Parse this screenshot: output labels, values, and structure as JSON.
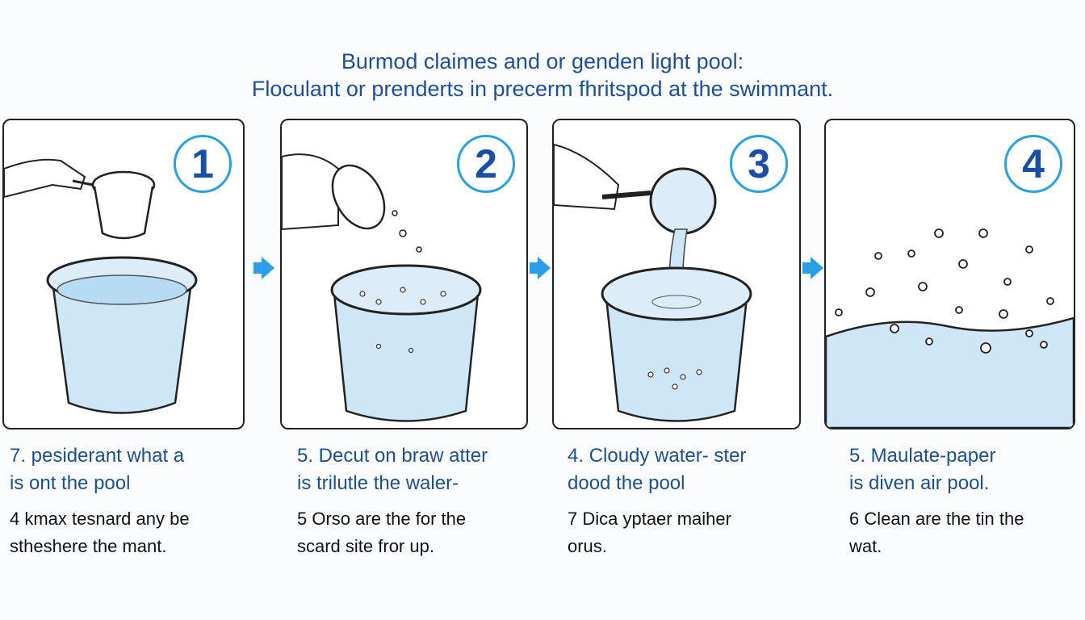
{
  "title": {
    "line1": "Burmod claimes and or genden light pool:",
    "line2": "Floculant or prenderts in precerm fhritspod at the swimmant."
  },
  "colors": {
    "accent": "#29a0e0",
    "heading": "#1d4f9c",
    "water": "#cfe6f7"
  },
  "steps": [
    {
      "number": "1",
      "heading1": "7. pesiderant what a",
      "heading2": "is ont the pool",
      "body1": "4 kmax tesnard any be",
      "body2": "stheshere the mant."
    },
    {
      "number": "2",
      "heading1": "5. Decut on braw atter",
      "heading2": "is trilutle the waler-",
      "body1": "5 Orso are the for the",
      "body2": "scard site fror up."
    },
    {
      "number": "3",
      "heading1": "4. Cloudy water- ster",
      "heading2": "dood the pool",
      "body1": "7 Dica yptaer maiher",
      "body2": "orus."
    },
    {
      "number": "4",
      "heading1": "5. Maulate-paper",
      "heading2": "is diven air pool.",
      "body1": "6 Clean are the tin the",
      "body2": "wat."
    }
  ]
}
